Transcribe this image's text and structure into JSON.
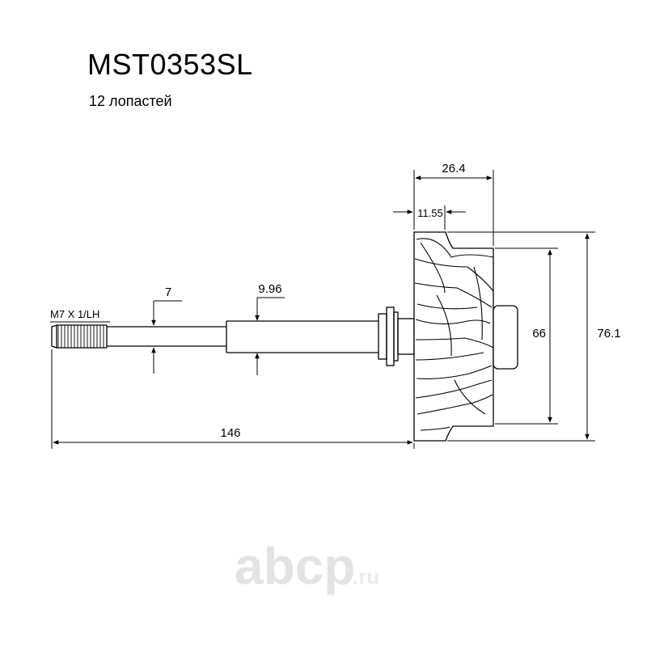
{
  "header": {
    "part_number": "MST0353SL",
    "blades": "12 лопастей"
  },
  "dimensions": {
    "wheel_width": "26.4",
    "wheel_offset": "11.55",
    "thread_dia": "7",
    "shaft_dia": "9.96",
    "thread_spec": "M7 X 1/LH",
    "inner_dia": "66",
    "outer_dia": "76.1",
    "total_length": "146"
  },
  "watermark": {
    "brand": "abcp",
    "tld": ".ru"
  }
}
